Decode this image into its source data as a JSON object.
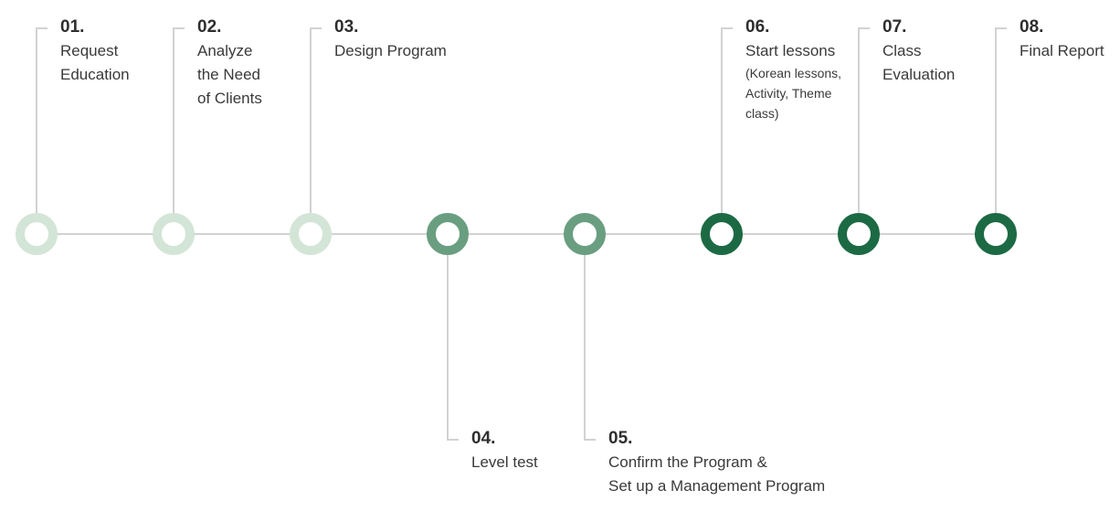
{
  "colors": {
    "line": "#d2d2d2",
    "stage_light": "#d3e5d6",
    "stage_medium": "#6a9e80",
    "stage_dark": "#1c6a44"
  },
  "steps": [
    {
      "number": "01.",
      "title": "Request\nEducation",
      "note": "",
      "tone": "light",
      "side": "up"
    },
    {
      "number": "02.",
      "title": "Analyze\nthe Need\nof Clients",
      "note": "",
      "tone": "light",
      "side": "up"
    },
    {
      "number": "03.",
      "title": "Design Program",
      "note": "",
      "tone": "light",
      "side": "up"
    },
    {
      "number": "04.",
      "title": "Level test",
      "note": "",
      "tone": "medium",
      "side": "down"
    },
    {
      "number": "05.",
      "title": "Confirm the Program &\nSet up a Management Program",
      "note": "",
      "tone": "medium",
      "side": "down"
    },
    {
      "number": "06.",
      "title": "Start lessons",
      "note": "(Korean lessons,\nActivity, Theme\nclass)",
      "tone": "dark",
      "side": "up"
    },
    {
      "number": "07.",
      "title": "Class\nEvaluation",
      "note": "",
      "tone": "dark",
      "side": "up"
    },
    {
      "number": "08.",
      "title": "Final Report",
      "note": "",
      "tone": "dark",
      "side": "up"
    }
  ]
}
